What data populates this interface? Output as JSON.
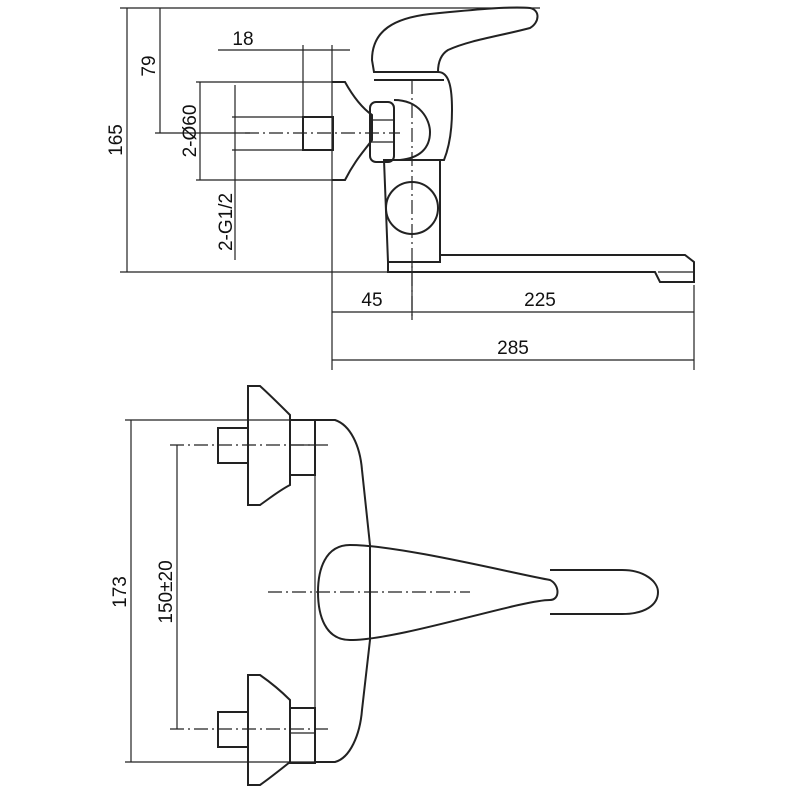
{
  "side_view": {
    "dimensions": {
      "total_height": "165",
      "handle_height": "79",
      "eccentric_offset": "18",
      "flange_diameter": "2-Ø60",
      "thread": "2-G1/2",
      "body_projection": "45",
      "spout_reach": "225",
      "overall_length": "285"
    }
  },
  "top_view": {
    "dimensions": {
      "overall_width": "173",
      "center_distance": "150±20"
    }
  }
}
